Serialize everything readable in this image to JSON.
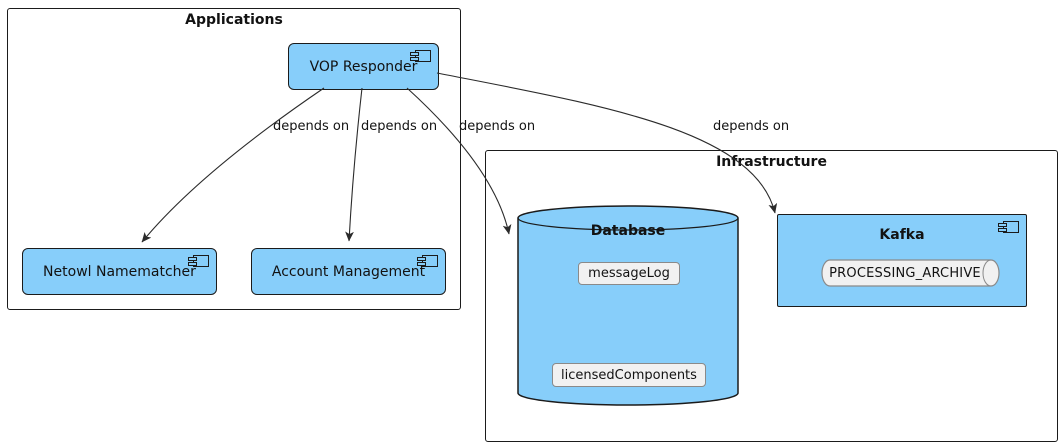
{
  "diagram": {
    "packages": [
      {
        "id": "applications",
        "title": "Applications"
      },
      {
        "id": "infrastructure",
        "title": "Infrastructure"
      }
    ],
    "nodes": {
      "vop": {
        "label": "VOP Responder",
        "type": "component"
      },
      "netowl": {
        "label": "Netowl Namematcher",
        "type": "component"
      },
      "account": {
        "label": "Account Management",
        "type": "component"
      },
      "database": {
        "label": "Database",
        "type": "database",
        "children": [
          {
            "label": "messageLog"
          },
          {
            "label": "licensedComponents"
          }
        ]
      },
      "kafka": {
        "label": "Kafka",
        "type": "component",
        "children": [
          {
            "label": "PROCESSING_ARCHIVE",
            "type": "queue"
          }
        ]
      }
    },
    "edges": [
      {
        "from": "VOP Responder",
        "to": "Netowl Namematcher",
        "label": "depends on"
      },
      {
        "from": "VOP Responder",
        "to": "Account Management",
        "label": "depends on"
      },
      {
        "from": "VOP Responder",
        "to": "Database",
        "label": "depends on"
      },
      {
        "from": "VOP Responder",
        "to": "Kafka",
        "label": "depends on"
      }
    ],
    "colors": {
      "node_fill": "#87CEFA",
      "node_border": "#1b1b1b",
      "inner_fill": "#F1F1F1",
      "inner_border": "#8a8a8a",
      "line": "#2b2b2b",
      "text": "#121212"
    }
  }
}
